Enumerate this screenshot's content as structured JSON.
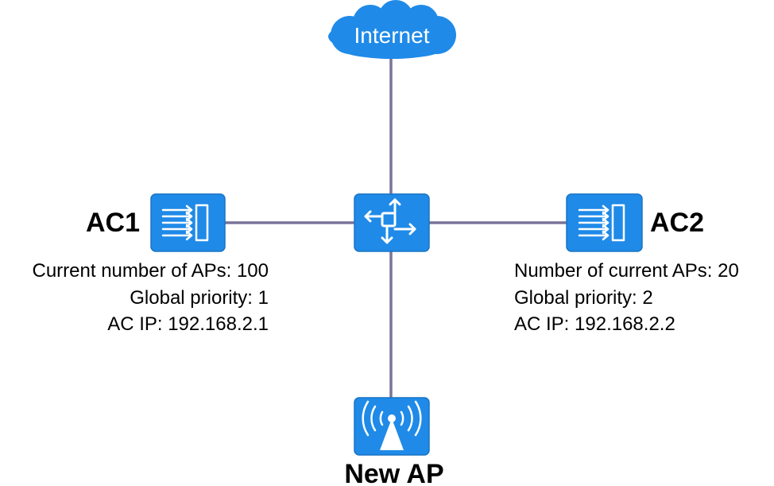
{
  "colors": {
    "icon_fill": "#1f8ae8",
    "icon_border": "#1a74c4",
    "link": "#7b7498",
    "icon_glyph": "#ffffff"
  },
  "internet": {
    "label": "Internet",
    "icon": "cloud-icon"
  },
  "switch": {
    "icon": "switch-icon"
  },
  "ac1": {
    "label": "AC1",
    "icon": "access-controller-icon",
    "info": [
      "Current number of APs: 100",
      "Global priority: 1",
      "AC IP: 192.168.2.1"
    ]
  },
  "ac2": {
    "label": "AC2",
    "icon": "access-controller-icon",
    "info": [
      "Number of current APs: 20",
      "Global priority: 2",
      "AC IP: 192.168.2.2"
    ]
  },
  "new_ap": {
    "label": "New AP",
    "icon": "access-point-icon"
  }
}
